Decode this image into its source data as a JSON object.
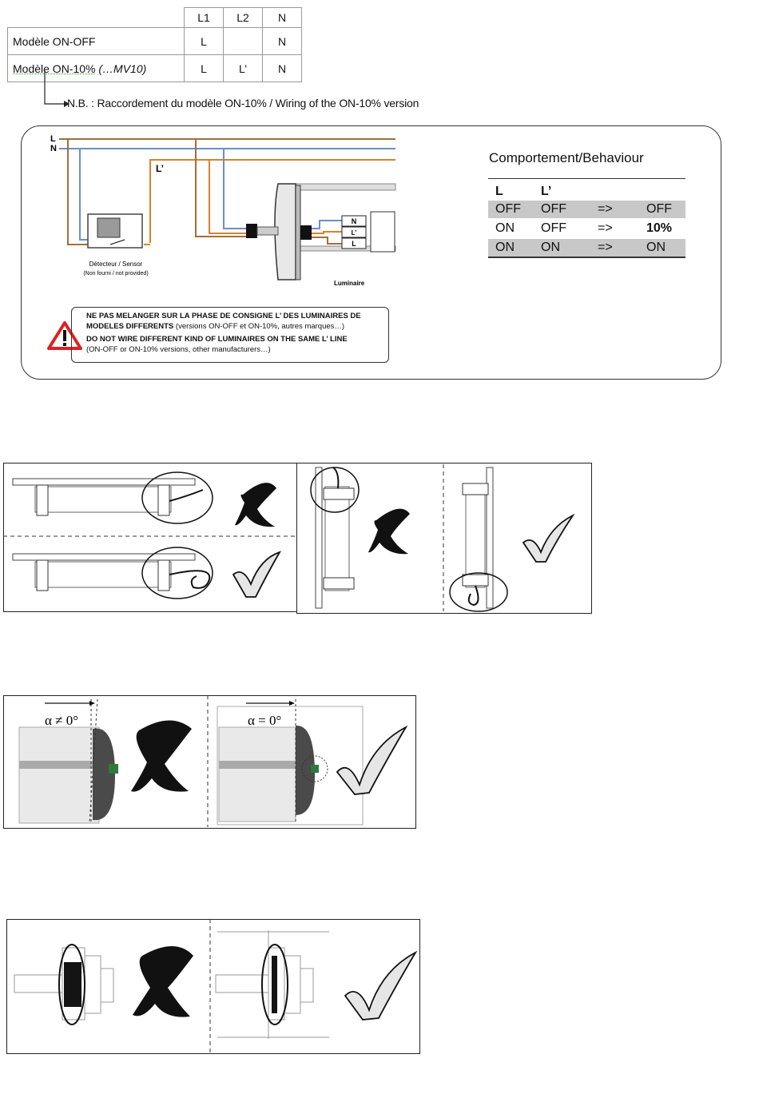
{
  "models_table": {
    "headers": [
      "L1",
      "L2",
      "N"
    ],
    "rows": [
      {
        "label": "Modèle ON-OFF",
        "suffix": "",
        "l1": "L",
        "l2": "",
        "n": "N"
      },
      {
        "label": "Modèle ON-10%",
        "suffix": " (…MV10)",
        "l1": "L",
        "l2": "L’",
        "n": "N"
      }
    ]
  },
  "note": "N.B. : Raccordement du modèle ON-10% / Wiring of the ON-10% version",
  "wiring": {
    "line_labels": [
      "L",
      "N",
      "L’"
    ],
    "sensor_label": "Détecteur / Sensor",
    "sensor_sub": "(Non fourni / not provided)",
    "luminaire_label": "Luminaire",
    "terminals": [
      "N",
      "L’",
      "L"
    ]
  },
  "behaviour": {
    "title": "Comportement/Behaviour",
    "headers": [
      "L",
      "L’"
    ],
    "rows": [
      {
        "l": "OFF",
        "lp": "OFF",
        "arrow": "=>",
        "result": "OFF",
        "shaded": true
      },
      {
        "l": "ON",
        "lp": "OFF",
        "arrow": "=>",
        "result": "10%",
        "shaded": false
      },
      {
        "l": "ON",
        "lp": "ON",
        "arrow": "=>",
        "result": "ON",
        "shaded": true
      }
    ]
  },
  "warning": {
    "fr_bold": "NE PAS MELANGER SUR LA PHASE DE CONSIGNE L’ DES LUMINAIRES DE MODELES DIFFERENTS",
    "fr_normal": " (versions ON-OFF et ON-10%, autres marques…)",
    "en_bold": "DO NOT WIRE DIFFERENT KIND OF LUMINAIRES ON THE SAME L’ LINE",
    "en_normal": "(ON-OFF or ON-10% versions, other manufacturers…)"
  },
  "angle_labels": {
    "wrong": "α ≠ 0°",
    "right": "α = 0°"
  },
  "colors": {
    "live_brown": "#a0703a",
    "neutral_blue": "#6a8fc8",
    "switched_orange": "#d9822b",
    "shade": "#c8c8c8"
  }
}
